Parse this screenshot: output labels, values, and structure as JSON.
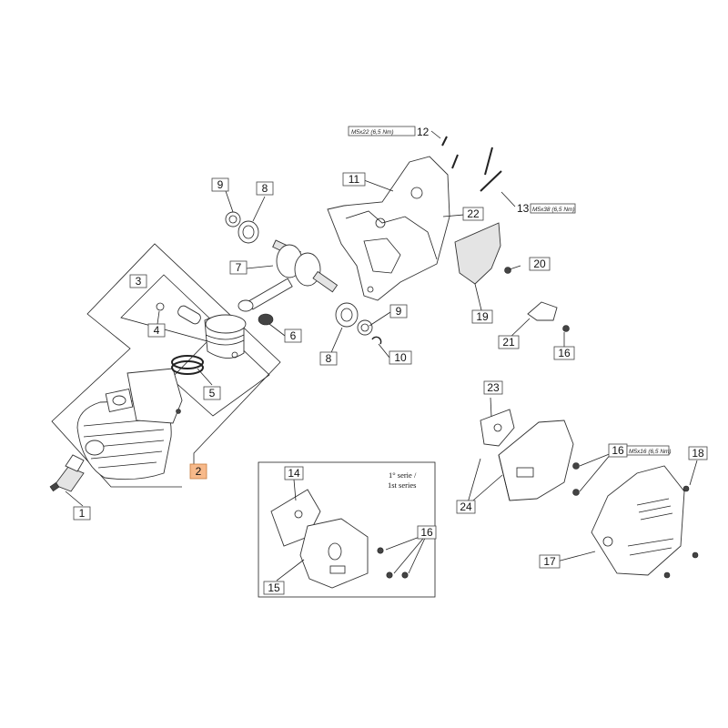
{
  "callouts": {
    "1": "1",
    "2": "2",
    "3": "3",
    "4": "4",
    "5": "5",
    "6": "6",
    "7": "7",
    "8": "8",
    "9": "9",
    "10": "10",
    "11": "11",
    "12": "12",
    "13": "13",
    "14": "14",
    "15": "15",
    "16": "16",
    "17": "17",
    "18": "18",
    "19": "19",
    "20": "20",
    "21": "21",
    "22": "22",
    "23": "23",
    "24": "24"
  },
  "torque": {
    "12": "M5x22 (6,5 Nm)",
    "13": "M5x38 (6,5 Nm)",
    "16": "M5x16 (6,5 Nm)"
  },
  "series_note": {
    "line1": "1° serie /",
    "line2": "1st series"
  },
  "colors": {
    "highlight_fill": "#f7b98a",
    "line": "#222222",
    "background": "#ffffff"
  }
}
